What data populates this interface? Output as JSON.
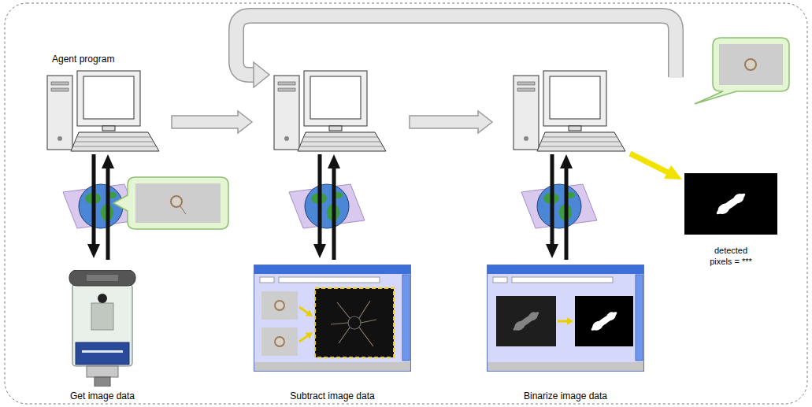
{
  "diagram": {
    "nodes": [
      {
        "text": [
          "Get image data"
        ]
      },
      {
        "text": [
          "Subtract image data"
        ]
      },
      {
        "text": [
          "Binarize image data"
        ]
      },
      {
        "text": [
          "detected pixels = ***"
        ]
      }
    ],
    "labels": [
      "Agent program"
    ]
  }
}
